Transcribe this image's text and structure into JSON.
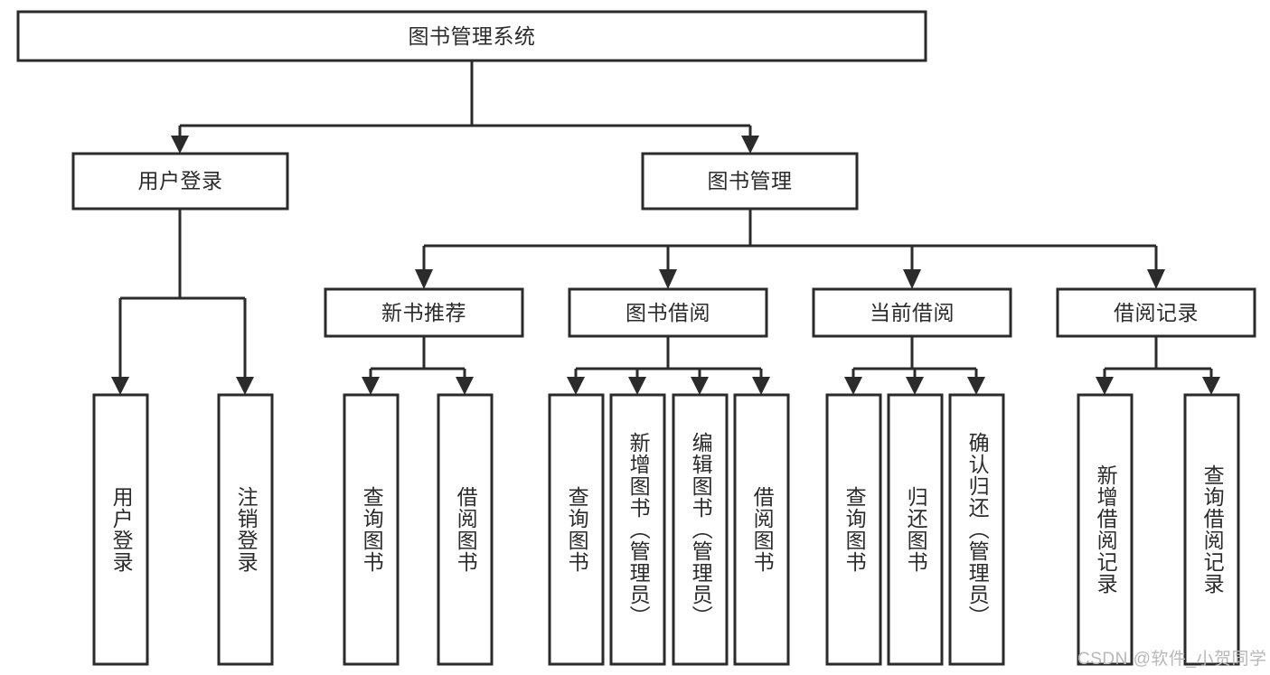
{
  "diagram": {
    "type": "tree-hierarchy",
    "title": "图书管理系统",
    "watermark": "CSDN @软件_小贺同学",
    "colors": {
      "stroke": "#2b2b2b",
      "fill": "#ffffff",
      "text": "#2b2b2b",
      "watermark": "#b8b8b8",
      "background": "#ffffff"
    },
    "levels": {
      "root": {
        "label": "图书管理系统"
      },
      "level1": [
        {
          "label": "用户登录"
        },
        {
          "label": "图书管理"
        }
      ],
      "level2": [
        {
          "label": "新书推荐"
        },
        {
          "label": "图书借阅"
        },
        {
          "label": "当前借阅"
        },
        {
          "label": "借阅记录"
        }
      ],
      "leaves": {
        "user_login": [
          {
            "label": "用户登录"
          },
          {
            "label": "注销登录"
          }
        ],
        "new_book_recommend": [
          {
            "label": "查询图书"
          },
          {
            "label": "借阅图书"
          }
        ],
        "book_borrow": [
          {
            "label": "查询图书"
          },
          {
            "label": "新增图书（管理员）"
          },
          {
            "label": "编辑图书（管理员）"
          },
          {
            "label": "借阅图书"
          }
        ],
        "current_borrow": [
          {
            "label": "查询图书"
          },
          {
            "label": "归还图书"
          },
          {
            "label": "确认归还（管理员）"
          }
        ],
        "borrow_record": [
          {
            "label": "新增借阅记录"
          },
          {
            "label": "查询借阅记录"
          }
        ]
      }
    }
  }
}
